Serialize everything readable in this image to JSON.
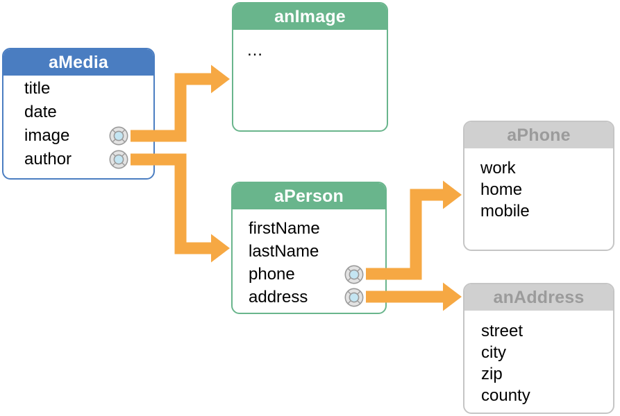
{
  "diagram_title": "object-graph-relationships",
  "colors": {
    "blue": "#4A7DC1",
    "green": "#69B58C",
    "gray_header": "#D0D0D0",
    "gray_border": "#C5C5C5",
    "gray_title_text": "#9B9B9B",
    "arrow_orange": "#F6A843",
    "icon_outer_fill": "#E3E3E3",
    "icon_stroke": "#9A9A9A",
    "icon_inner_fill": "#C4E5F2",
    "field_text": "#000000",
    "header_text": "#FFFFFF",
    "background": "#FFFFFF"
  },
  "entities": [
    {
      "id": "aMedia",
      "title": "aMedia",
      "theme": "blue",
      "fields": [
        {
          "label": "title",
          "relationship": false
        },
        {
          "label": "date",
          "relationship": false
        },
        {
          "label": "image",
          "relationship": true
        },
        {
          "label": "author",
          "relationship": true
        }
      ]
    },
    {
      "id": "anImage",
      "title": "anImage",
      "theme": "green",
      "fields": [
        {
          "label": "…",
          "relationship": false
        }
      ]
    },
    {
      "id": "aPerson",
      "title": "aPerson",
      "theme": "green",
      "fields": [
        {
          "label": "firstName",
          "relationship": false
        },
        {
          "label": "lastName",
          "relationship": false
        },
        {
          "label": "phone",
          "relationship": true
        },
        {
          "label": "address",
          "relationship": true
        }
      ]
    },
    {
      "id": "aPhone",
      "title": "aPhone",
      "theme": "gray",
      "fields": [
        {
          "label": "work",
          "relationship": false
        },
        {
          "label": "home",
          "relationship": false
        },
        {
          "label": "mobile",
          "relationship": false
        }
      ]
    },
    {
      "id": "anAddress",
      "title": "anAddress",
      "theme": "gray",
      "fields": [
        {
          "label": "street",
          "relationship": false
        },
        {
          "label": "city",
          "relationship": false
        },
        {
          "label": "zip",
          "relationship": false
        },
        {
          "label": "county",
          "relationship": false
        }
      ]
    }
  ],
  "relationships": [
    {
      "from": "aMedia.image",
      "to": "anImage"
    },
    {
      "from": "aMedia.author",
      "to": "aPerson"
    },
    {
      "from": "aPerson.phone",
      "to": "aPhone"
    },
    {
      "from": "aPerson.address",
      "to": "anAddress"
    }
  ]
}
